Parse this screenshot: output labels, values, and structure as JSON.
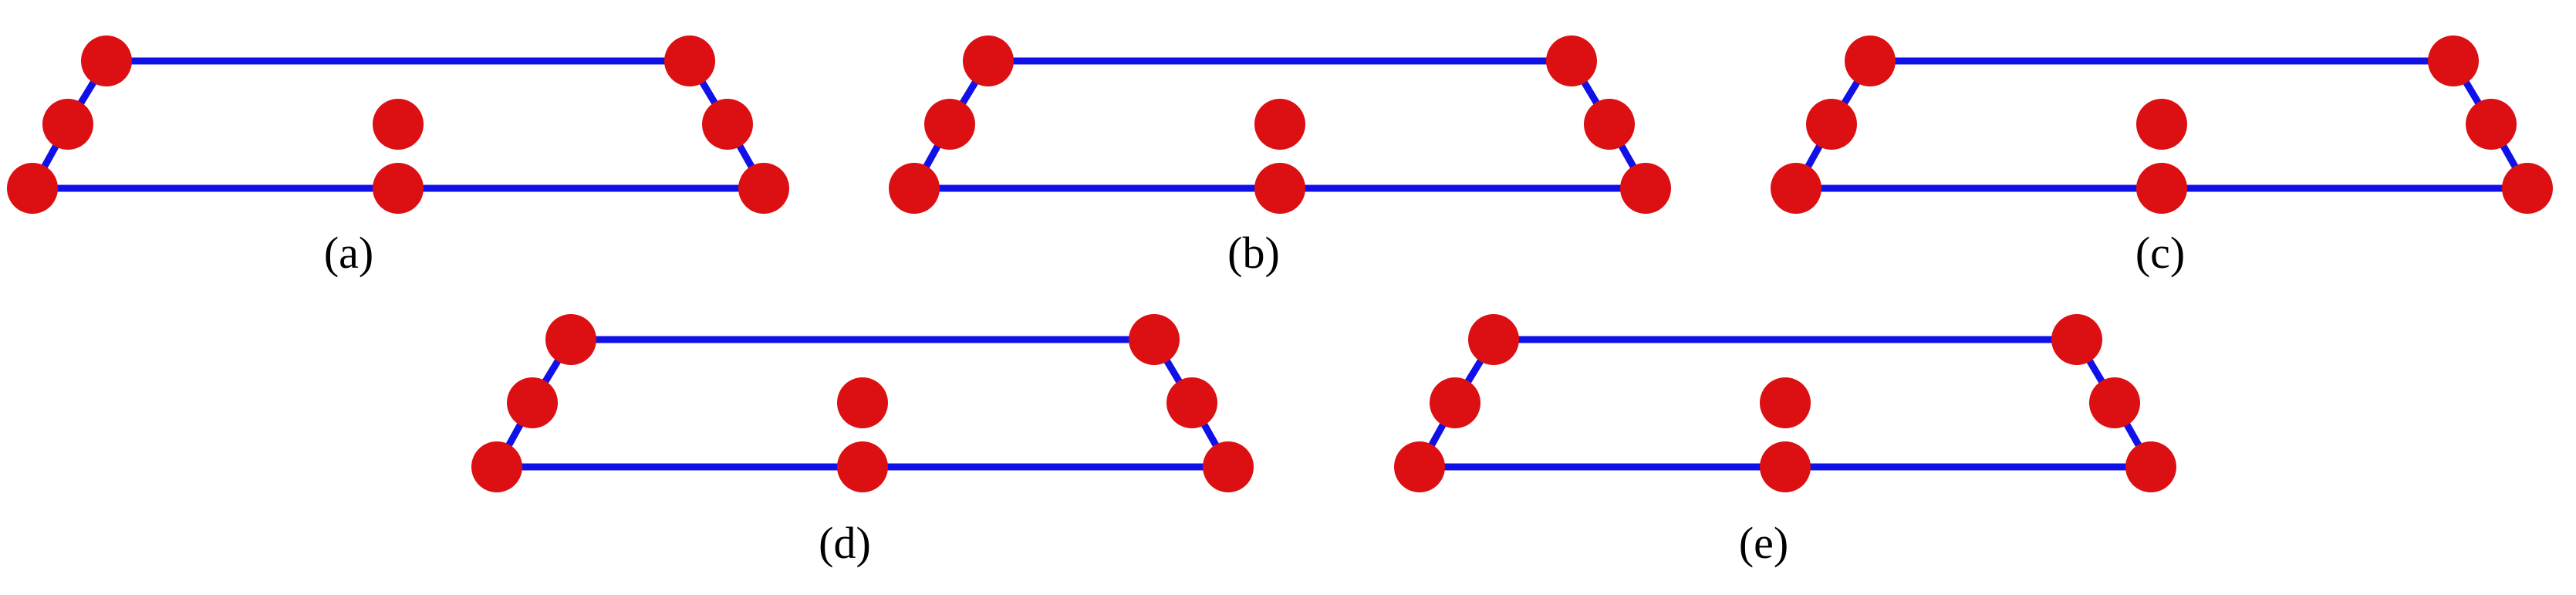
{
  "colors": {
    "edge": "#1010e8",
    "node": "#dc0f12",
    "caption": "#000000",
    "background": "#ffffff"
  },
  "panels": [
    {
      "id": "a",
      "caption": "(a)"
    },
    {
      "id": "b",
      "caption": "(b)"
    },
    {
      "id": "c",
      "caption": "(c)"
    },
    {
      "id": "d",
      "caption": "(d)"
    },
    {
      "id": "e",
      "caption": "(e)"
    }
  ]
}
